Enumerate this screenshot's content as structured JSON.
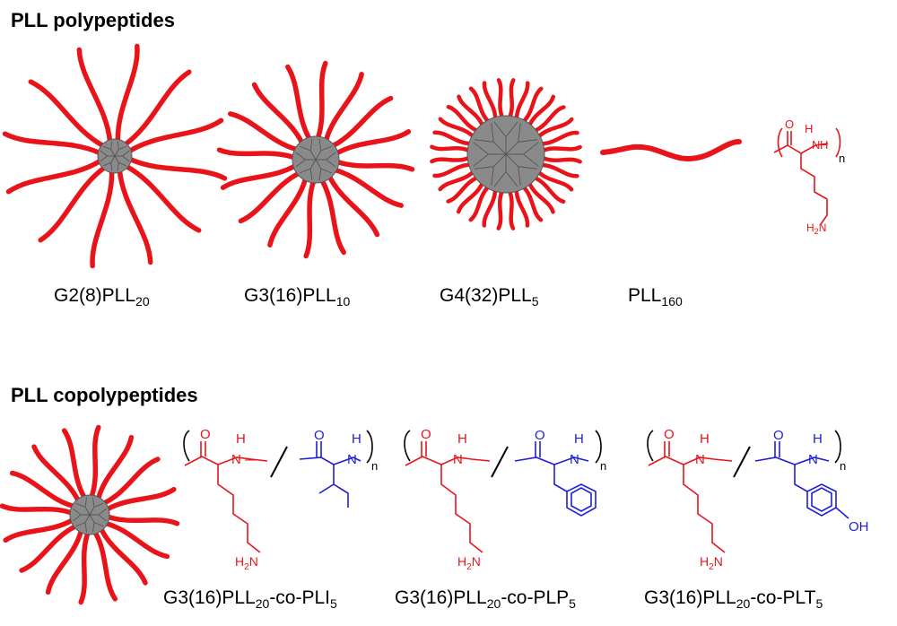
{
  "sections": {
    "top_heading": "PLL polypeptides",
    "bottom_heading": "PLL copolypeptides"
  },
  "top_labels": [
    {
      "main": "G2(8)PLL",
      "sub": "20"
    },
    {
      "main": "G3(16)PLL",
      "sub": "10"
    },
    {
      "main": "G4(32)PLL",
      "sub": "5"
    },
    {
      "main": "PLL",
      "sub": "160"
    }
  ],
  "bottom_labels": [
    {
      "pre": "G3(16)PLL",
      "sub1": "20",
      "mid": "-co-PLI",
      "sub2": "5"
    },
    {
      "pre": "G3(16)PLL",
      "sub1": "20",
      "mid": "-co-PLP",
      "sub2": "5"
    },
    {
      "pre": "G3(16)PLL",
      "sub1": "20",
      "mid": "-co-PLT",
      "sub2": "5"
    }
  ],
  "chem": {
    "O": "O",
    "H": "H",
    "NH": "N",
    "n": "n",
    "H2N_H": "H",
    "H2N_2": "2",
    "H2N_N": "N",
    "OH": "OH"
  },
  "colors": {
    "chain": "#e8141a",
    "core": "#8a8a8a",
    "core_line": "#555555",
    "pll_red": "#e8141a",
    "comonomer_blue": "#1f1fd6"
  },
  "structures": {
    "dendrimers": [
      {
        "name": "G2(8)PLL20",
        "arms": 12,
        "arm_length": "long"
      },
      {
        "name": "G3(16)PLL10",
        "arms": 16,
        "arm_length": "medium"
      },
      {
        "name": "G4(32)PLL5",
        "arms": 32,
        "arm_length": "short"
      },
      {
        "name": "G3(16)PLL20-co",
        "arms": 16,
        "arm_length": "medium"
      }
    ]
  }
}
